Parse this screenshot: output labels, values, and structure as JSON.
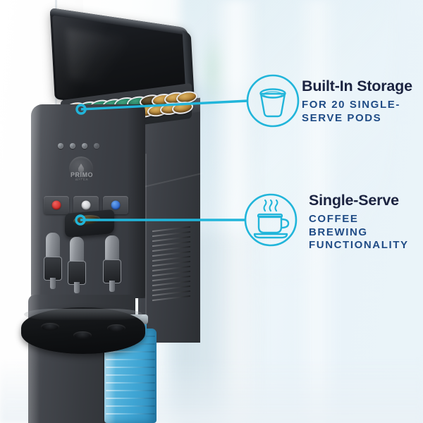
{
  "scene": {
    "subject": "bottom-load water cooler dispenser with single-serve coffee brewing",
    "brand": "PRIMO",
    "brand_sub": "WATER"
  },
  "colors": {
    "accent_cyan": "#21b5da",
    "title_navy": "#1b2340",
    "subtitle_blue": "#204c86",
    "pod_tan": "#b98b3a",
    "pod_teal": "#2a8a68",
    "button_hot": "#cf2a26",
    "button_room": "#d8dbdf",
    "button_cold": "#2a63cb",
    "bottle_blue": "#3fa5d4",
    "body_grey": "#3b3e44"
  },
  "callouts": [
    {
      "id": "built-in-storage",
      "icon": "coffee-pod-icon",
      "title": "Built-In Storage",
      "subtitle_lines": [
        "FOR 20 SINGLE-",
        "SERVE PODS"
      ]
    },
    {
      "id": "single-serve",
      "icon": "coffee-cup-icon",
      "title": "Single-Serve",
      "subtitle_lines": [
        "COFFEE",
        "BREWING",
        "FUNCTIONALITY"
      ]
    }
  ],
  "dispenser": {
    "buttons": [
      {
        "name": "hot-water-button",
        "color_name": "red"
      },
      {
        "name": "room-temp-water-button",
        "color_name": "white"
      },
      {
        "name": "cold-water-button",
        "color_name": "blue"
      }
    ],
    "indicator_light_count": 4,
    "pod_capacity": 20
  }
}
